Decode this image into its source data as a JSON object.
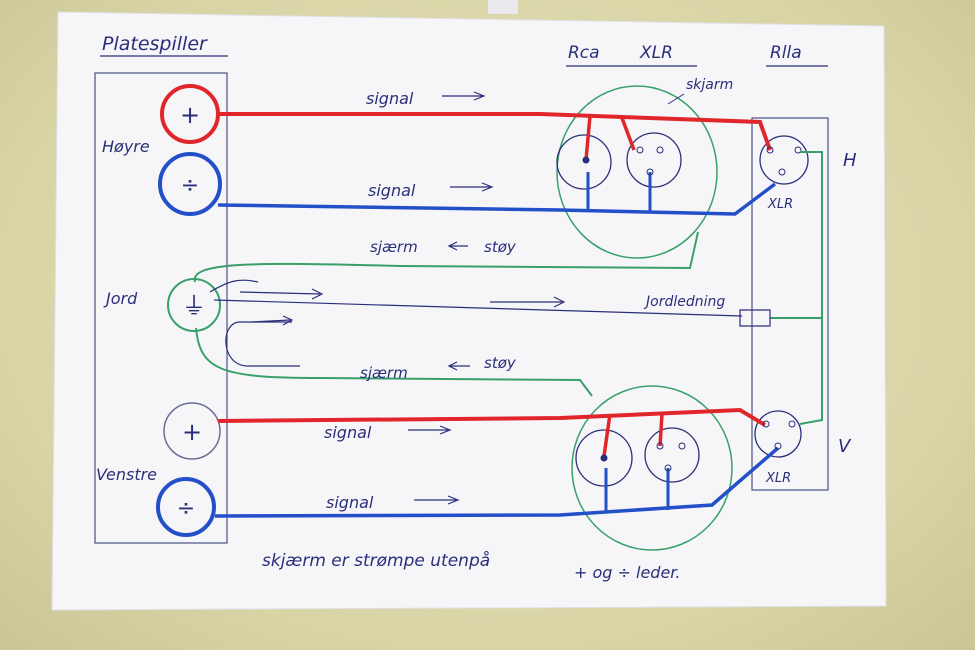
{
  "labels": {
    "turntable": "Platespiller",
    "right": "Høyre",
    "ground": "Jord",
    "left": "Venstre",
    "rca": "Rca",
    "xlr": "XLR",
    "amp": "Rlla",
    "h": "H",
    "v": "V",
    "shield_top": "skjarm",
    "xlr_top": "XLR",
    "xlr_bottom": "XLR",
    "signal_1": "signal",
    "signal_2": "signal",
    "signal_3": "signal",
    "signal_4": "signal",
    "shield_noise_1": "sjærm",
    "noise_1": "støy",
    "shield_noise_2": "sjærm",
    "noise_2": "støy",
    "ground_wire": "Jordledning",
    "note_line1": "skjærm er strømpe utenpå",
    "note_line2": "+ og ÷ leder.",
    "plus_top": "+",
    "minus_top": "÷",
    "ground_sym": "⏚",
    "plus_bottom": "+",
    "minus_bottom": "÷"
  },
  "colors": {
    "red_wire": "#e0262a",
    "blue_wire": "#2350c8",
    "green_wire": "#3aa06a",
    "pen": "#2a2f7a",
    "paper": "#f6f6f9"
  }
}
